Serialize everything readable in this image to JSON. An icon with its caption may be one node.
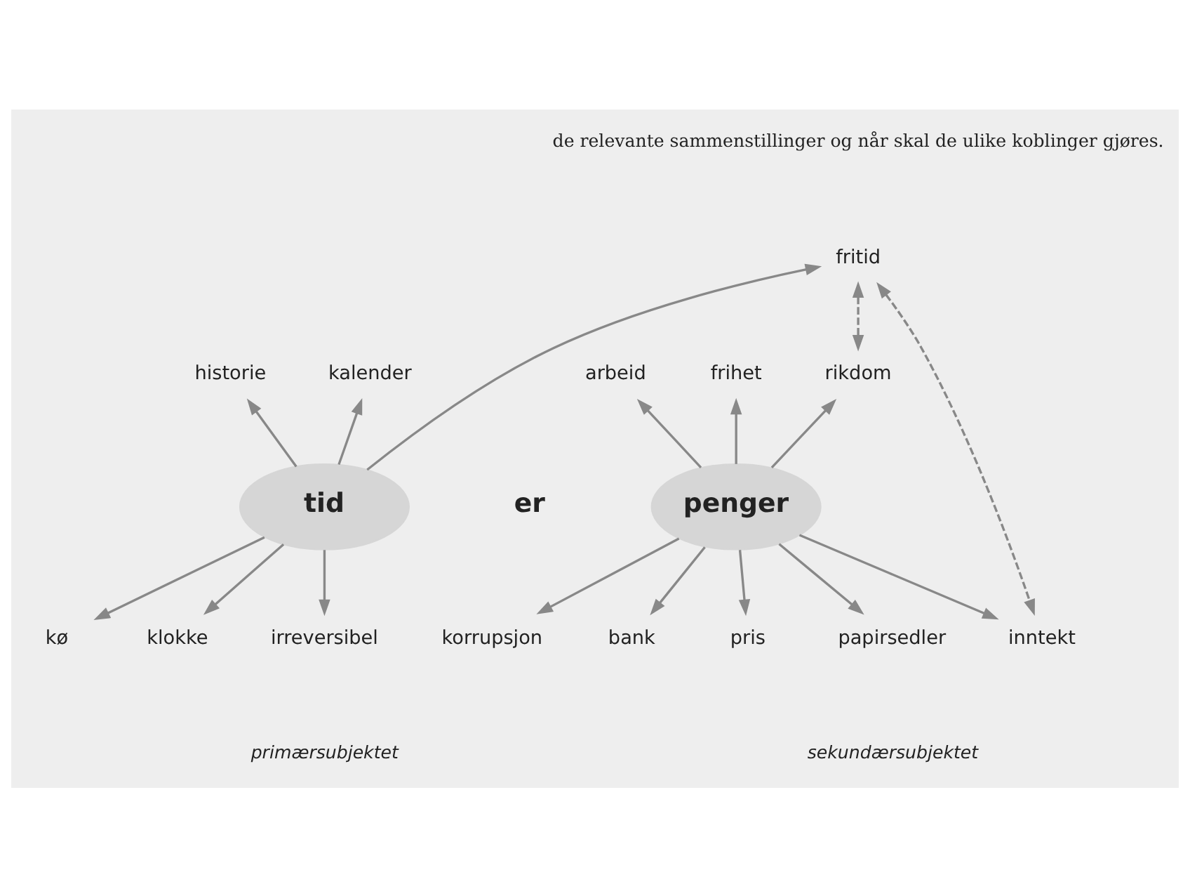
{
  "diagram": {
    "nodes": [
      {
        "text": [
          "tid"
        ]
      },
      {
        "text": [
          "penger"
        ]
      },
      {
        "text": [
          "historie"
        ]
      },
      {
        "text": [
          "kalender"
        ]
      },
      {
        "text": [
          "fritid"
        ]
      },
      {
        "text": [
          "rikdom"
        ]
      },
      {
        "text": [
          "arbeid"
        ]
      },
      {
        "text": [
          "frihet"
        ]
      },
      {
        "text": [
          "kø"
        ]
      },
      {
        "text": [
          "klokke"
        ]
      },
      {
        "text": [
          "irreversibel"
        ]
      },
      {
        "text": [
          "korrupsjon"
        ]
      },
      {
        "text": [
          "bank"
        ]
      },
      {
        "text": [
          "inntekt"
        ]
      },
      {
        "text": [
          "pris"
        ]
      },
      {
        "text": [
          "papirsedler"
        ]
      }
    ],
    "edges": [
      {
        "from": 0,
        "to": 2,
        "arrow": "to"
      },
      {
        "from": 0,
        "to": 3,
        "arrow": "to"
      },
      {
        "from": 0,
        "to": 4,
        "arrow": "to"
      },
      {
        "from": 0,
        "to": 8,
        "arrow": "to"
      },
      {
        "from": 0,
        "to": 9,
        "arrow": "to"
      },
      {
        "from": 0,
        "to": 10,
        "arrow": "to"
      },
      {
        "from": 4,
        "to": 5,
        "arrow": "both",
        "style": "dashed"
      },
      {
        "from": 4,
        "to": 13,
        "arrow": "both",
        "style": "dashed"
      },
      {
        "from": 1,
        "to": 5,
        "arrow": "to"
      },
      {
        "from": 1,
        "to": 6,
        "arrow": "to"
      },
      {
        "from": 1,
        "to": 7,
        "arrow": "to"
      },
      {
        "from": 1,
        "to": 11,
        "arrow": "to"
      },
      {
        "from": 1,
        "to": 12,
        "arrow": "to"
      },
      {
        "from": 1,
        "to": 13,
        "arrow": "to"
      },
      {
        "from": 1,
        "to": 14,
        "arrow": "to"
      },
      {
        "from": 1,
        "to": 15,
        "arrow": "to"
      }
    ],
    "labels": [
      "de relevante sammenstillinger og når skal de ulike koblinger gjøres.",
      "er",
      "primærsubjektet",
      "sekundærsubjektet"
    ]
  }
}
